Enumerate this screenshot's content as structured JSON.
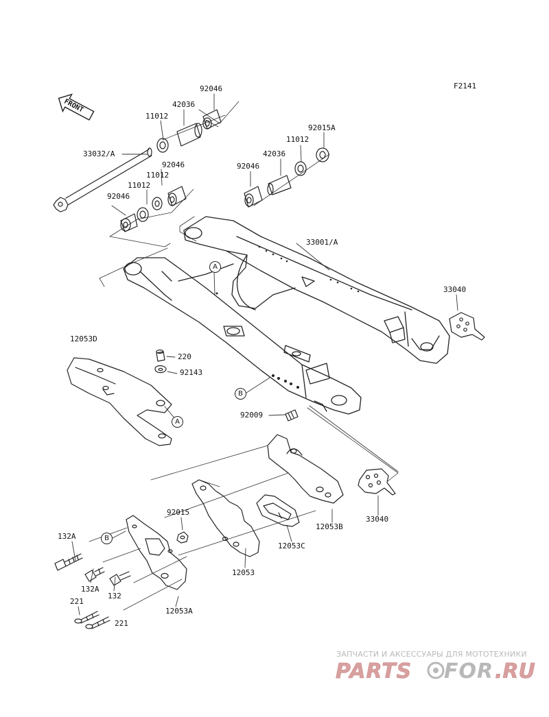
{
  "diagram": {
    "figure_code": "F2141",
    "front_arrow_label": "FRONT",
    "parts": {
      "p92046_a": "92046",
      "p42036_a": "42036",
      "p11012_a": "11012",
      "p33032A": "33032/A",
      "p92046_b": "92046",
      "p11012_b": "11012",
      "p92046_c": "92046",
      "p92015A": "92015A",
      "p11012_c": "11012",
      "p42036_b": "42036",
      "p92046_d": "92046",
      "p33001A": "33001/A",
      "p33040_a": "33040",
      "p12053D": "12053D",
      "p220": "220",
      "p92143": "92143",
      "p92009": "92009",
      "p33040_b": "33040",
      "p12053B": "12053B",
      "p92015": "92015",
      "p12053C": "12053C",
      "p132A_a": "132A",
      "p12053": "12053",
      "p132A_b": "132A",
      "p132": "132",
      "p221_a": "221",
      "p221_b": "221",
      "p12053A": "12053A"
    },
    "callouts": {
      "a1": "A",
      "a2": "A",
      "b1": "B",
      "b2": "B"
    }
  },
  "watermark": {
    "tagline": "ЗАПЧАСТИ И АКСЕССУАРЫ ДЛЯ МОТОТЕХНИКИ",
    "logo": "PARTS FOR.RU",
    "colors": {
      "logo_red": "#d9a0a0",
      "logo_dark": "#b8b8b8"
    }
  }
}
